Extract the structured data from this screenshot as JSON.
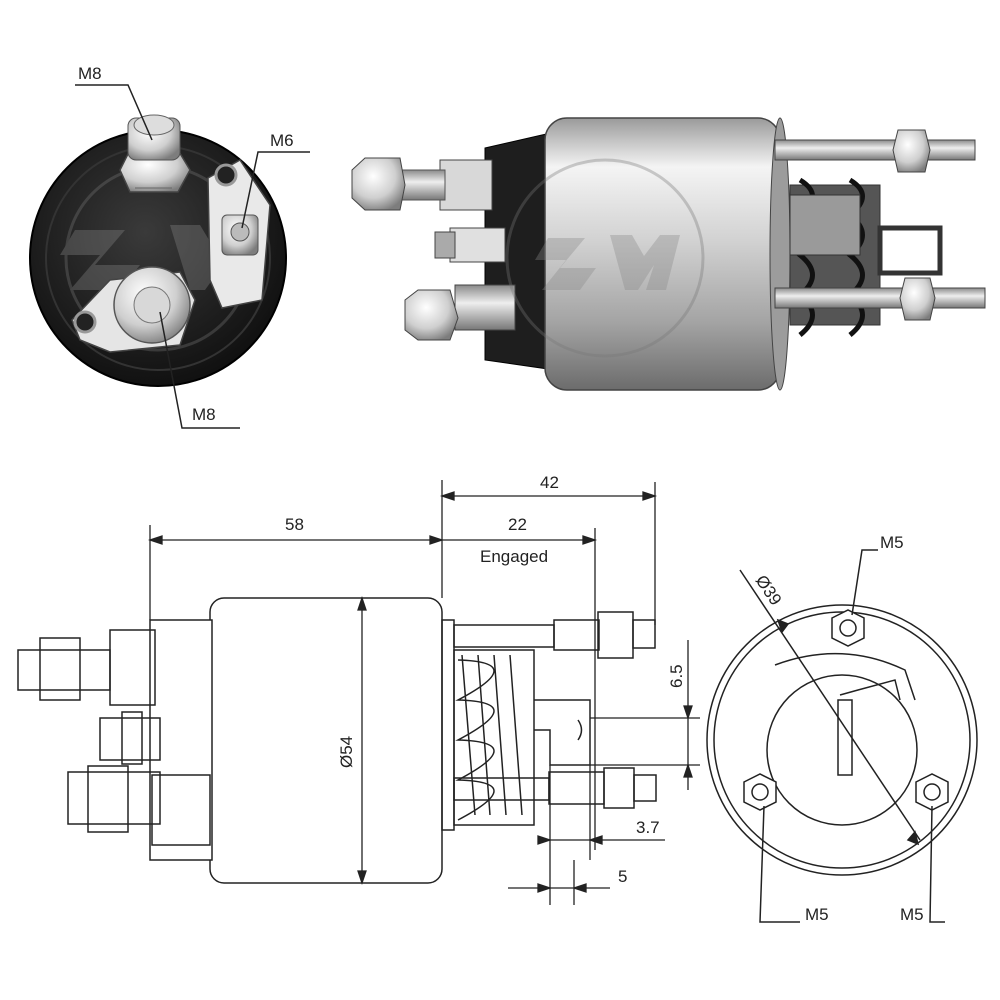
{
  "callouts": {
    "front_top_terminal": "M8",
    "front_small_terminal": "M6",
    "front_bottom_terminal": "M8",
    "mount_top": "M5",
    "mount_left": "M5",
    "mount_right": "M5"
  },
  "dimensions": {
    "body_length": "58",
    "overall_stroke": "42",
    "engaged_travel": "22",
    "engaged_note": "Engaged",
    "body_diameter": "Ø54",
    "bolt_circle": "Ø39",
    "tab_height": "6.5",
    "tab_offset": "3.7",
    "tab_width": "5"
  },
  "colors": {
    "line": "#222222",
    "metal_light": "#e6e6e6",
    "metal_mid": "#b8b8b8",
    "metal_dark": "#7a7a7a",
    "cap_black": "#1c1c1c"
  },
  "icons": {
    "logo": "zm-logo-watermark"
  }
}
